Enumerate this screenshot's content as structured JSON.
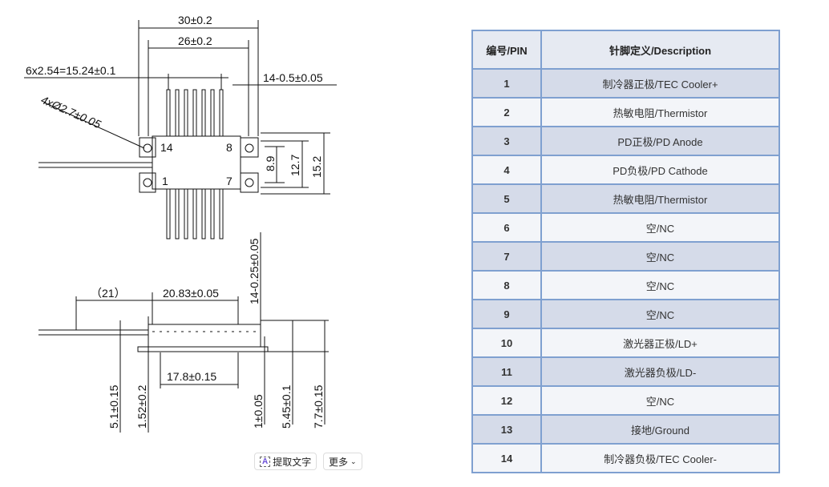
{
  "drawing": {
    "dims": {
      "d30": "30±0.2",
      "d26": "26±0.2",
      "pitch": "6x2.54=15.24±0.1",
      "pin_w": "14-0.5±0.05",
      "holes": "4xØ2.7±0.05",
      "pin14": "14",
      "pin8": "8",
      "pin1": "1",
      "pin7": "7",
      "h89": "8.9",
      "h127": "12.7",
      "h152": "15.2",
      "pin_len": "14-0.25±0.05",
      "fiber": "（21）",
      "d2083": "20.83±0.05",
      "d178": "17.8±0.15",
      "d51": "5.1±0.15",
      "d152": "1.52±0.2",
      "d1": "1±0.05",
      "d545": "5.45±0.1",
      "d77": "7.7±0.15"
    }
  },
  "table": {
    "headers": [
      "编号/PIN",
      "针脚定义/Description"
    ],
    "rows": [
      {
        "pin": "1",
        "desc": "制冷器正极/TEC Cooler+"
      },
      {
        "pin": "2",
        "desc": "热敏电阻/Thermistor"
      },
      {
        "pin": "3",
        "desc": "PD正极/PD Anode"
      },
      {
        "pin": "4",
        "desc": "PD负极/PD Cathode"
      },
      {
        "pin": "5",
        "desc": "热敏电阻/Thermistor"
      },
      {
        "pin": "6",
        "desc": "空/NC"
      },
      {
        "pin": "7",
        "desc": "空/NC"
      },
      {
        "pin": "8",
        "desc": "空/NC"
      },
      {
        "pin": "9",
        "desc": "空/NC"
      },
      {
        "pin": "10",
        "desc": "激光器正极/LD+"
      },
      {
        "pin": "11",
        "desc": "激光器负极/LD-"
      },
      {
        "pin": "12",
        "desc": "空/NC"
      },
      {
        "pin": "13",
        "desc": "接地/Ground"
      },
      {
        "pin": "14",
        "desc": "制冷器负极/TEC Cooler-"
      }
    ]
  },
  "toolbar": {
    "extract_text": "提取文字",
    "more": "更多",
    "accent": "#6b4fd8"
  }
}
